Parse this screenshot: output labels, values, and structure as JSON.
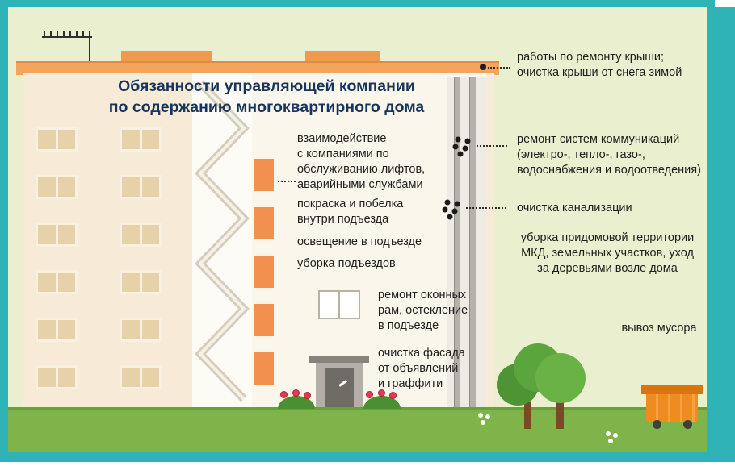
{
  "title": "Обязанности управляющей компании\nпо содержанию многоквартирного дома",
  "inner_labels": [
    {
      "text": "взаимодействие\nс компаниями по\nобслуживанию лифтов,\nаварийными службами"
    },
    {
      "text": "покраска и побелка\nвнутри подъезда"
    },
    {
      "text": "освещение в подъезде"
    },
    {
      "text": "уборка подъездов"
    },
    {
      "text": "ремонт оконных\nрам, остекление\nв подъезде"
    },
    {
      "text": "очистка фасада\nот объявлений\nи граффити"
    }
  ],
  "right_labels": [
    {
      "text": "работы по ремонту крыши;\nочистка крыши от снега зимой"
    },
    {
      "text": "ремонт систем коммуникаций\n(электро-, тепло-, газо-,\nводоснабжения и водоотведения)"
    },
    {
      "text": "очистка канализации"
    },
    {
      "text": "уборка придомовой территории\nМКД, земельных участков, уход\nза деревьями возле дома"
    },
    {
      "text": "вывоз мусора"
    }
  ],
  "icons": [
    "antenna-icon",
    "staircase-icon",
    "valve-dots-icon",
    "window-frame-icon",
    "entrance-door-icon",
    "tree-icon",
    "dumpster-icon",
    "flower-icon"
  ],
  "colors": {
    "frame_teal": "#2fb3b6",
    "background": "#e9efcf",
    "building": "#f7ebd8",
    "roof_orange": "#f3a55e",
    "door_orange": "#f2914e",
    "window_tan": "#e6d1a9",
    "grass_green": "#7fb44a",
    "tree_green": "#5aa63c",
    "dumpster_orange": "#ef8c1f",
    "title_navy": "#17355c",
    "text_dark": "#1e1e1e"
  }
}
